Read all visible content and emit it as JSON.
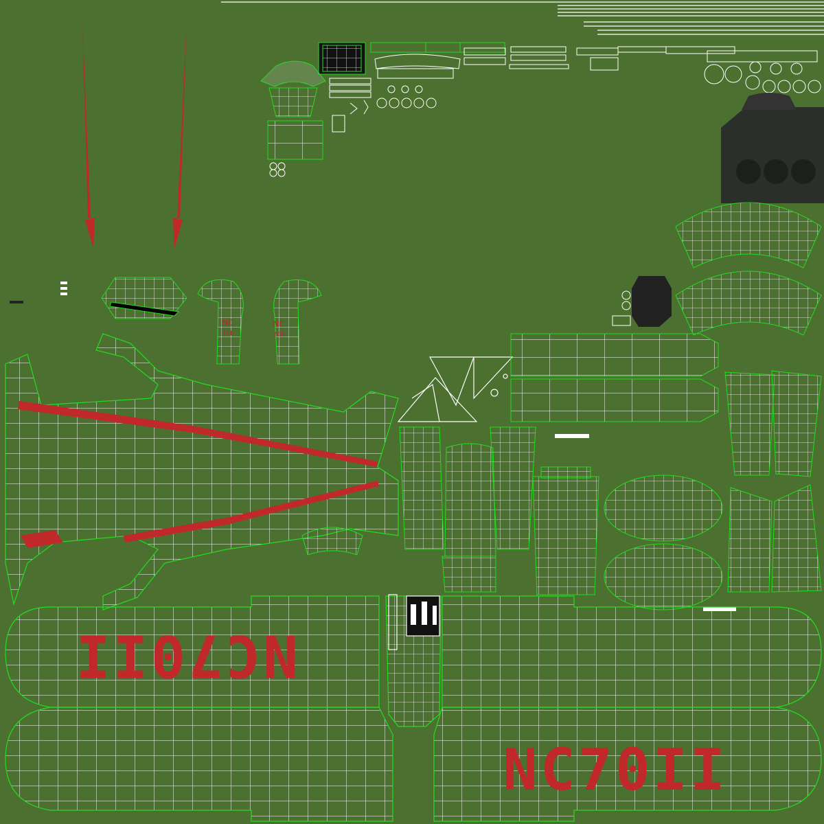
{
  "colors": {
    "background": "#4b7030",
    "uv_edge": "#22dd22",
    "wire": "#ffffff",
    "livery_red": "#c0282a",
    "dark_panel": "#2a2f2a"
  },
  "registration": {
    "wing_top": "NC70II",
    "wing_bottom": "NC70II",
    "tail_left_line1": "NC",
    "tail_left_line2": "70II",
    "tail_right_line1": "NC",
    "tail_right_line2": "70II"
  }
}
